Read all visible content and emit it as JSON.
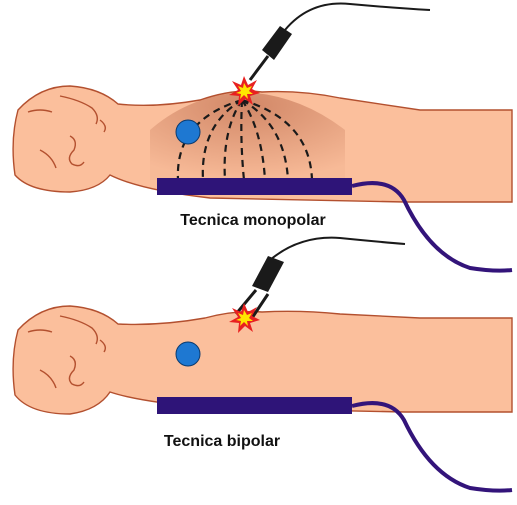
{
  "panels": [
    {
      "key": "monopolar",
      "caption": "Tecnica monopolar"
    },
    {
      "key": "bipolar",
      "caption": "Tecnica bipolar"
    }
  ],
  "colors": {
    "skin": "#fbbf9c",
    "skin_outline": "#b3502f",
    "plate": "#2e1478",
    "cable": "#33147a",
    "pad": "#1e78d2",
    "instrument": "#1a1a1a",
    "field_lines": "#1a1a1a",
    "spark_outer": "#e82020",
    "spark_inner": "#ffe600",
    "caption_text": "#111111"
  }
}
